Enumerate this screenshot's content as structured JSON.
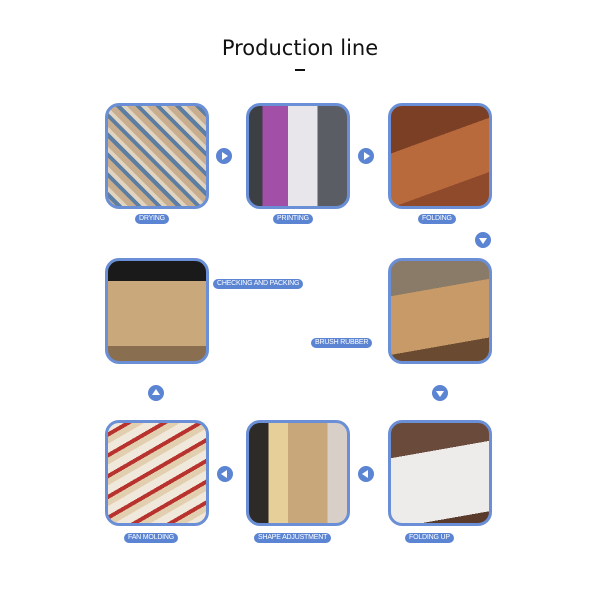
{
  "header": {
    "title": "Production line",
    "dash": "—"
  },
  "steps": [
    {
      "label": "DRYING"
    },
    {
      "label": "PRINTING"
    },
    {
      "label": "FOLDING"
    },
    {
      "label": "BRUSH RUBBER"
    },
    {
      "label": "FOLDING UP"
    },
    {
      "label": "SHAPE ADJUSTMENT"
    },
    {
      "label": "FAN MOLDING"
    },
    {
      "label": "CHECKING AND PACKING"
    }
  ],
  "colors": {
    "accent": "#5b84d3",
    "border": "#6a8fd6"
  }
}
